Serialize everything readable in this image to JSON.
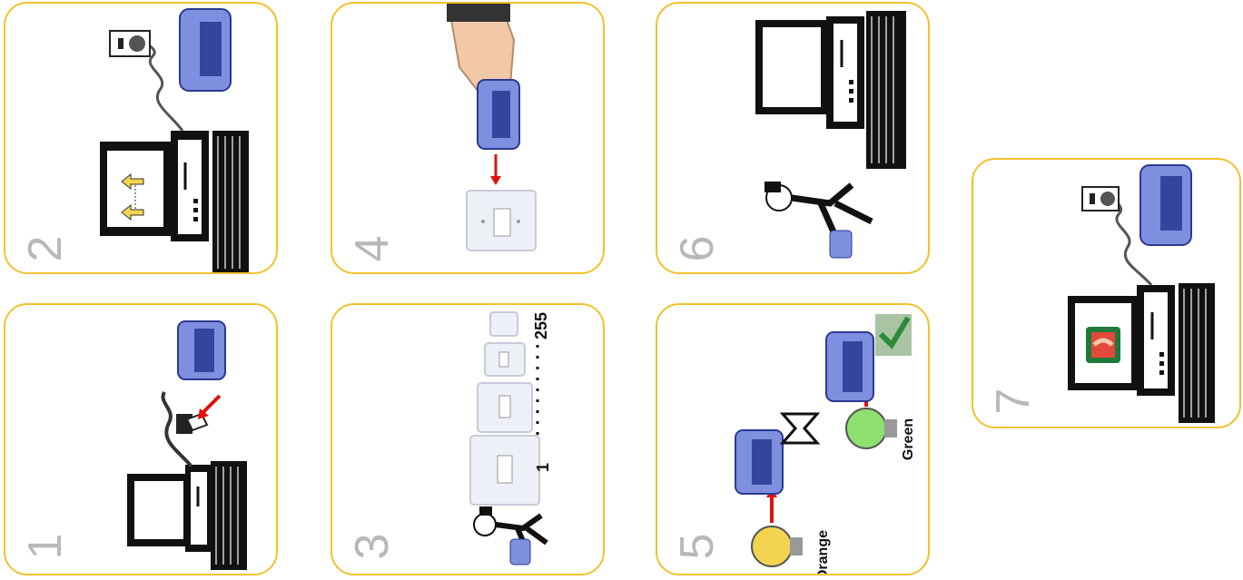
{
  "steps": [
    {
      "number": "1",
      "name": "connect-adapter"
    },
    {
      "number": "2",
      "name": "plug-into-outlet"
    },
    {
      "number": "3",
      "name": "add-adapters"
    },
    {
      "number": "4",
      "name": "insert-into-adapter"
    },
    {
      "number": "5",
      "name": "status-lights"
    },
    {
      "number": "6",
      "name": "unplug-and-move"
    },
    {
      "number": "7",
      "name": "connected"
    }
  ],
  "step3": {
    "range_start": "1",
    "range_end": "255"
  },
  "step5": {
    "light_orange": "Orange",
    "light_green": "Green"
  },
  "colors": {
    "panel_border": "#f2c12e",
    "device_blue": "#7f8fe0",
    "arrow_red": "#e01010",
    "number_gray": "#b8b8b8"
  }
}
